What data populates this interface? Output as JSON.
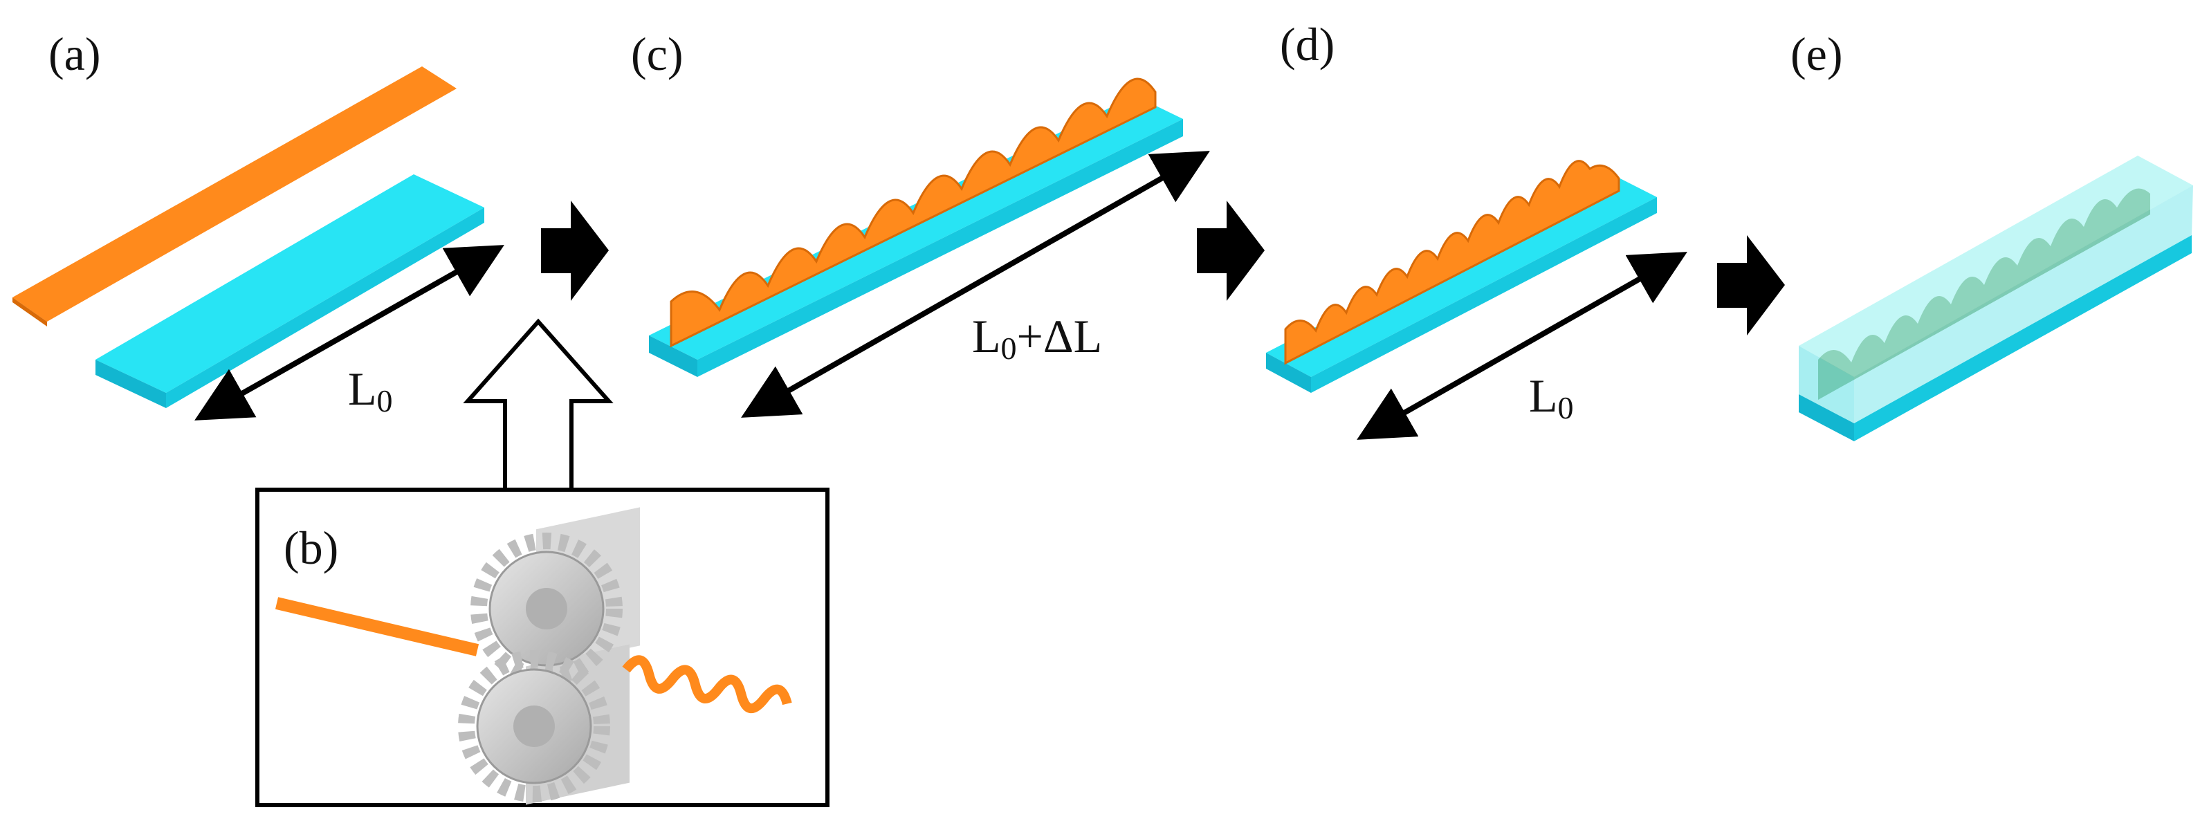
{
  "panels": {
    "a": "(a)",
    "b": "(b)",
    "c": "(c)",
    "d": "(d)",
    "e": "(e)"
  },
  "dimensions": {
    "a": {
      "base": "L",
      "sub": "0",
      "rest": ""
    },
    "c": {
      "base": "L",
      "sub": "0",
      "rest": "+ΔL"
    },
    "d": {
      "base": "L",
      "sub": "0",
      "rest": ""
    }
  },
  "colors": {
    "strip": "#ff8a1c",
    "strip_shade": "#d86a08",
    "substrate": "#28e4f4",
    "substrate_side": "#12b6d0",
    "encapsulant": "#8ff0ee",
    "gear": "#c4c4c4",
    "arrow": "#000000"
  },
  "icons": [
    "process-arrow-icon",
    "gear-roller-icon",
    "double-headed-arrow-icon",
    "callout-arrow-icon"
  ]
}
